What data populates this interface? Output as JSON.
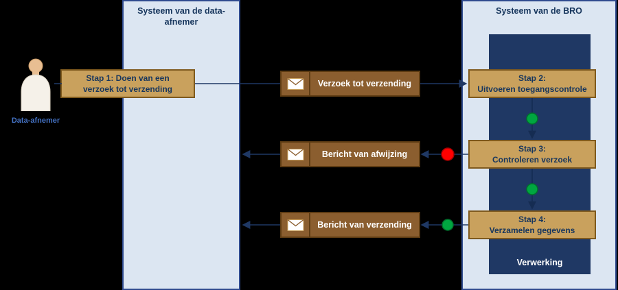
{
  "diagram": {
    "panels": {
      "left": {
        "title": "Systeem van de data-afnemer"
      },
      "right": {
        "title": "Systeem van de BRO"
      },
      "processing": {
        "label": "Verwerking"
      }
    },
    "actor": {
      "label": "Data-afnemer"
    },
    "steps": {
      "step1": {
        "line1": "Stap 1: Doen van een",
        "line2": "verzoek tot verzending"
      },
      "step2": {
        "line1": "Stap 2:",
        "line2": "Uitvoeren toegangscontrole"
      },
      "step3": {
        "line1": "Stap 3:",
        "line2": "Controleren verzoek"
      },
      "step4": {
        "line1": "Stap 4:",
        "line2": "Verzamelen gegevens"
      }
    },
    "messages": [
      {
        "label": "Verzoek tot verzending",
        "icon": "envelope-icon"
      },
      {
        "label": "Bericht van afwijzing",
        "icon": "envelope-icon"
      },
      {
        "label": "Bericht van verzending",
        "icon": "envelope-icon"
      }
    ],
    "status_dots": [
      {
        "color": "green",
        "position": "between-step2-and-step3"
      },
      {
        "color": "green",
        "position": "between-step3-and-step4"
      },
      {
        "color": "red",
        "position": "left-of-step3"
      },
      {
        "color": "green",
        "position": "left-of-step4"
      }
    ],
    "colors": {
      "background": "#000000",
      "panel_background": "#DCE6F2",
      "panel_border": "#2F4B8F",
      "processing_panel": "#1F3864",
      "step_box_fill": "#C9A15D",
      "step_box_border": "#7F5A1E",
      "message_box_fill": "#8B5E2F",
      "message_box_border": "#5E3C13",
      "arrow": "#1F3864",
      "status_green": "#00A640",
      "status_red": "#FF0000",
      "actor_label_text": "#4472C4",
      "step_text": "#17365D",
      "message_text": "#FFFFFF"
    }
  }
}
